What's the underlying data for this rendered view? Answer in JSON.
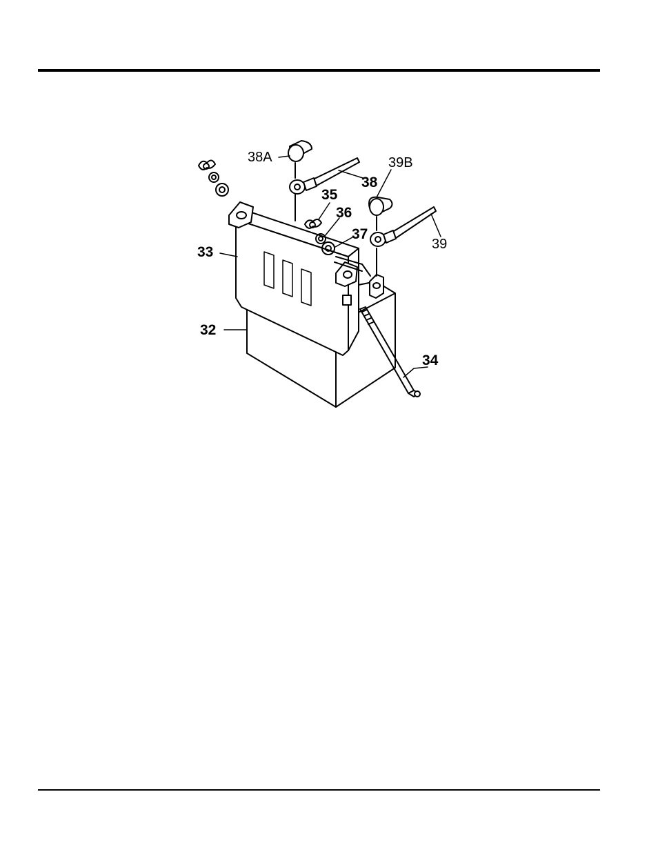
{
  "figure": {
    "callouts": {
      "c32": "32",
      "c33": "33",
      "c34": "34",
      "c35": "35",
      "c36": "36",
      "c37": "37",
      "c38": "38",
      "c38a": "38A",
      "c39": "39",
      "c39b": "39B"
    }
  }
}
